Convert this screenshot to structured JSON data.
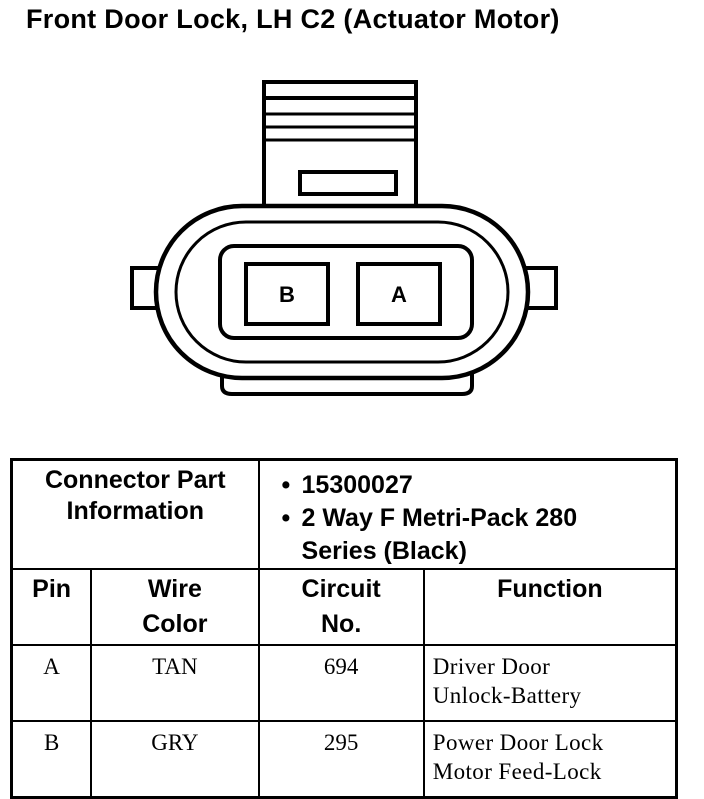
{
  "title": "Front Door Lock, LH C2 (Actuator Motor)",
  "connector": {
    "pins": [
      "B",
      "A"
    ]
  },
  "table": {
    "connector_info_label_line1": "Connector Part",
    "connector_info_label_line2": "Information",
    "part_info": [
      "15300027",
      "2 Way F Metri-Pack 280",
      "Series (Black)"
    ],
    "columns": {
      "pin": "Pin",
      "wire_color_line1": "Wire",
      "wire_color_line2": "Color",
      "circuit_line1": "Circuit",
      "circuit_line2": "No.",
      "function": "Function"
    },
    "rows": [
      {
        "pin": "A",
        "wire_color": "TAN",
        "circuit": "694",
        "function_line1": "Driver Door",
        "function_line2": "Unlock-Battery"
      },
      {
        "pin": "B",
        "wire_color": "GRY",
        "circuit": "295",
        "function_line1": "Power Door Lock",
        "function_line2": "Motor Feed-Lock"
      }
    ]
  }
}
